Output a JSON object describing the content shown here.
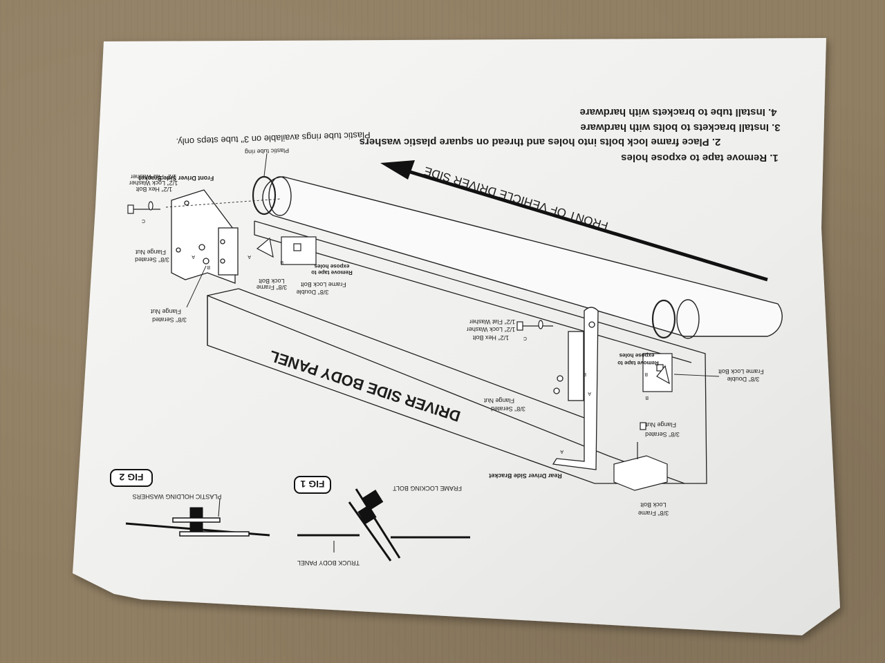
{
  "instructions": {
    "step1": "1. Remove tape to expose holes",
    "step2": "2. Place  frame lock bolts into holes and thread on square plastic washers",
    "step3": "3. Install brackets to bolts with hardware",
    "step4": "4. Install tube to brackets with hardware"
  },
  "direction_label": "FRONT OF VEHICLE DRIVER SIDE",
  "panel_label": "DRIVER SIDE BODY PANEL",
  "plastic_rings_note": "Plastic tube rings available on 3\" tube steps only.",
  "plastic_tube_ring": "Plastic tube ring",
  "front_bracket": {
    "title": "Front Driver Side Bracket",
    "hex_bolt": "1/2\" Hex Bolt",
    "lock_washer": "1/2\" Lock Washer",
    "flat_washer": "1/2\" Flat Washer",
    "serrated_nut_a1": "3/8\" Serated",
    "serrated_nut_a2": "Flange Nut",
    "serrated_nut_b1": "3/8\" Serated",
    "serrated_nut_b2": "Flange Nut",
    "frame_lock_1": "3/8\" Frame",
    "frame_lock_2": "Lock Bolt",
    "double_1": "3/8\" Double",
    "double_2": "Frame Lock Bolt",
    "tape_1": "Remove tape to",
    "tape_2": "expose holes"
  },
  "rear_bracket": {
    "title": "Rear Driver Side Bracket",
    "hex_bolt": "1/2\" Hex Bolt",
    "lock_washer": "1/2\" Lock Washer",
    "flat_washer": "1/2\" Flat Washer",
    "double_1": "3/8\" Double",
    "double_2": "Frame Lock Bolt",
    "tape_1": "Remove tape to",
    "tape_2": "expose holes",
    "serrated_1": "3/8\" Serated",
    "serrated_2": "Flange Nut",
    "serrated_b1": "3/8\" Serated",
    "serrated_b2": "Flange Nut",
    "frame_lock_1": "3/8\" Frame",
    "frame_lock_2": "Lock Bolt"
  },
  "fig1": {
    "label": "FIG 1",
    "frame_locking_bolt": "FRAME LOCKING BOLT",
    "truck_body_panel": "TRUCK BODY PANEL"
  },
  "fig2": {
    "label": "FIG 2",
    "plastic_holding_washers": "PLASTIC HOLDING WASHERS"
  },
  "callout_letters": {
    "a": "A",
    "b": "B",
    "c": "C"
  },
  "colors": {
    "paper": "#f4f4f2",
    "ink": "#1d1d1d",
    "cardboard": "#917f63"
  }
}
